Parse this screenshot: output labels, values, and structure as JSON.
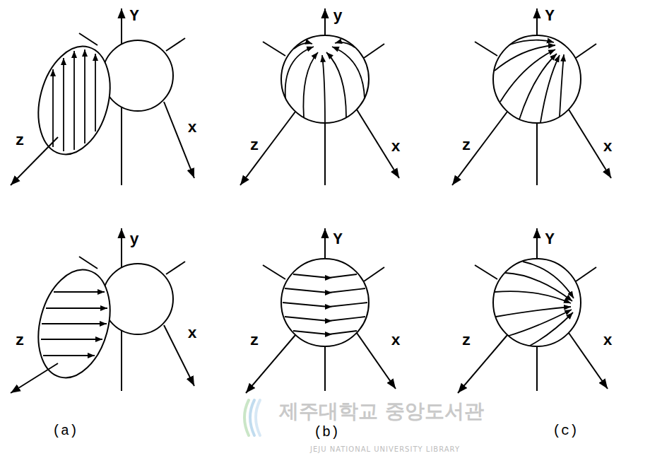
{
  "diagram": {
    "labels": [
      "Y",
      "z",
      "x",
      "y",
      "z",
      "x",
      "Y",
      "z",
      "x",
      "y",
      "z",
      "x",
      "Y",
      "z",
      "x",
      "Y",
      "z",
      "x",
      "(a)",
      "(b)",
      "(c)",
      "제주대학교 중앙도서관",
      "JEJU NATIONAL UNIVERSITY LIBRARY"
    ]
  }
}
